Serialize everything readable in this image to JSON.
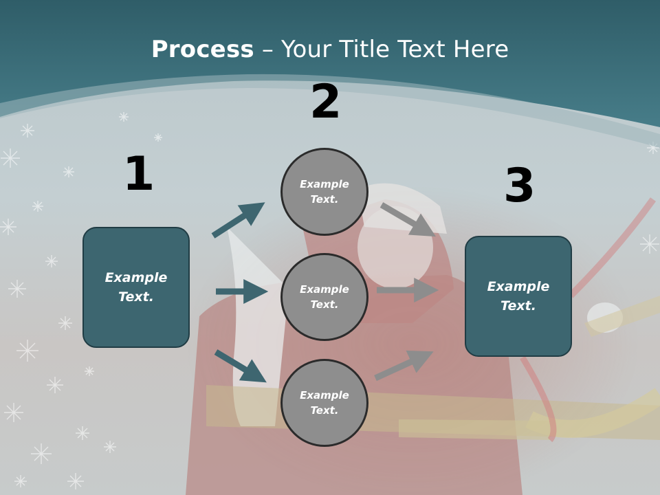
{
  "title": {
    "bold": "Process",
    "rest": " – Your Title Text Here"
  },
  "steps": {
    "n1": "1",
    "n2": "2",
    "n3": "3"
  },
  "boxes": {
    "left": "Example\nText.",
    "right": "Example\nText."
  },
  "circles": {
    "top": "Example\nText.",
    "middle": "Example\nText.",
    "bottom": "Example\nText."
  },
  "colors": {
    "header": "#3b6b76",
    "box_fill": "#3d6670",
    "circle_fill": "#8e8e8e",
    "teal_arrow": "#3e6670",
    "gray_arrow": "#8d8d8d"
  }
}
